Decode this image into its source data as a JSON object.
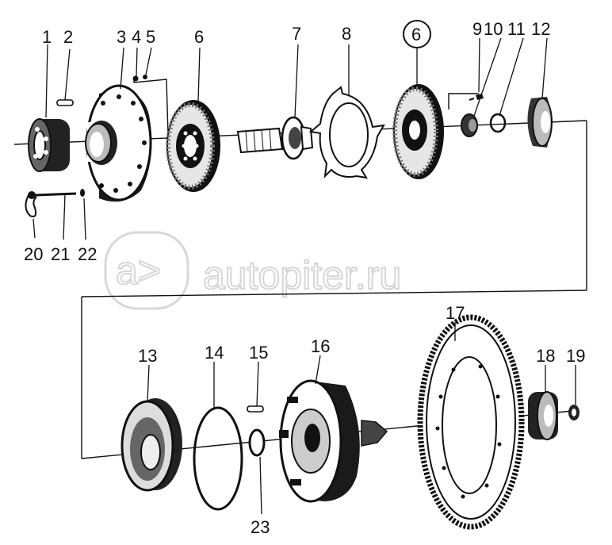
{
  "labels": {
    "p1": "1",
    "p2": "2",
    "p3": "3",
    "p4": "4",
    "p5": "5",
    "p6": "6",
    "p7": "7",
    "p8": "8",
    "p6b": "6",
    "p9": "9",
    "p10": "10",
    "p11": "11",
    "p12": "12",
    "p13": "13",
    "p14": "14",
    "p15": "15",
    "p16": "16",
    "p17": "17",
    "p18": "18",
    "p19": "19",
    "p20": "20",
    "p21": "21",
    "p22": "22",
    "p23": "23"
  },
  "watermark": {
    "text": "autopiter.ru"
  }
}
